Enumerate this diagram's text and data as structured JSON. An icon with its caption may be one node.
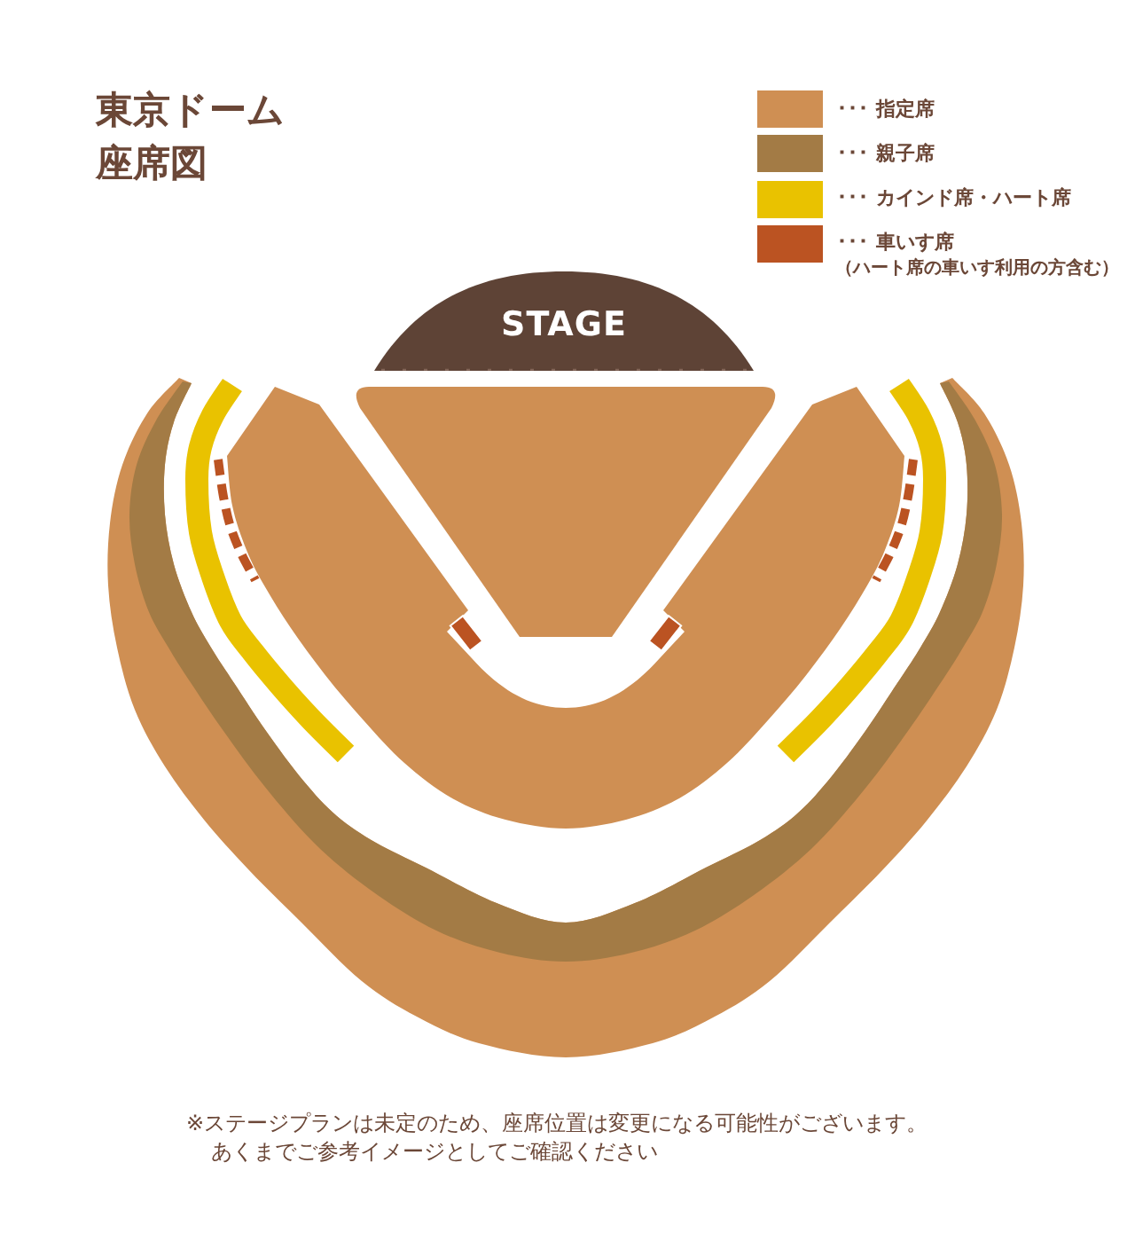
{
  "diagram": {
    "title": "東京ドーム座席図",
    "nodes": [
      {
        "text": [
          "STAGE"
        ]
      }
    ],
    "labels": [
      "（ハート席の車いす利用の方含む）",
      "※ステージプランは未定のため、座席位置は変更になる可能性がございます。あくまでご参考イメージとしてご確認ください"
    ],
    "legend": [
      {
        "text": "･･･ 指定席",
        "color": "#cf8f53"
      },
      {
        "text": "･･･ 親子席",
        "color": "#a37b45"
      },
      {
        "text": "･･･ カインド席・ハート席",
        "color": "#e9c200"
      },
      {
        "text": "･･･ 車いす席",
        "color": "#bb5322"
      }
    ]
  }
}
